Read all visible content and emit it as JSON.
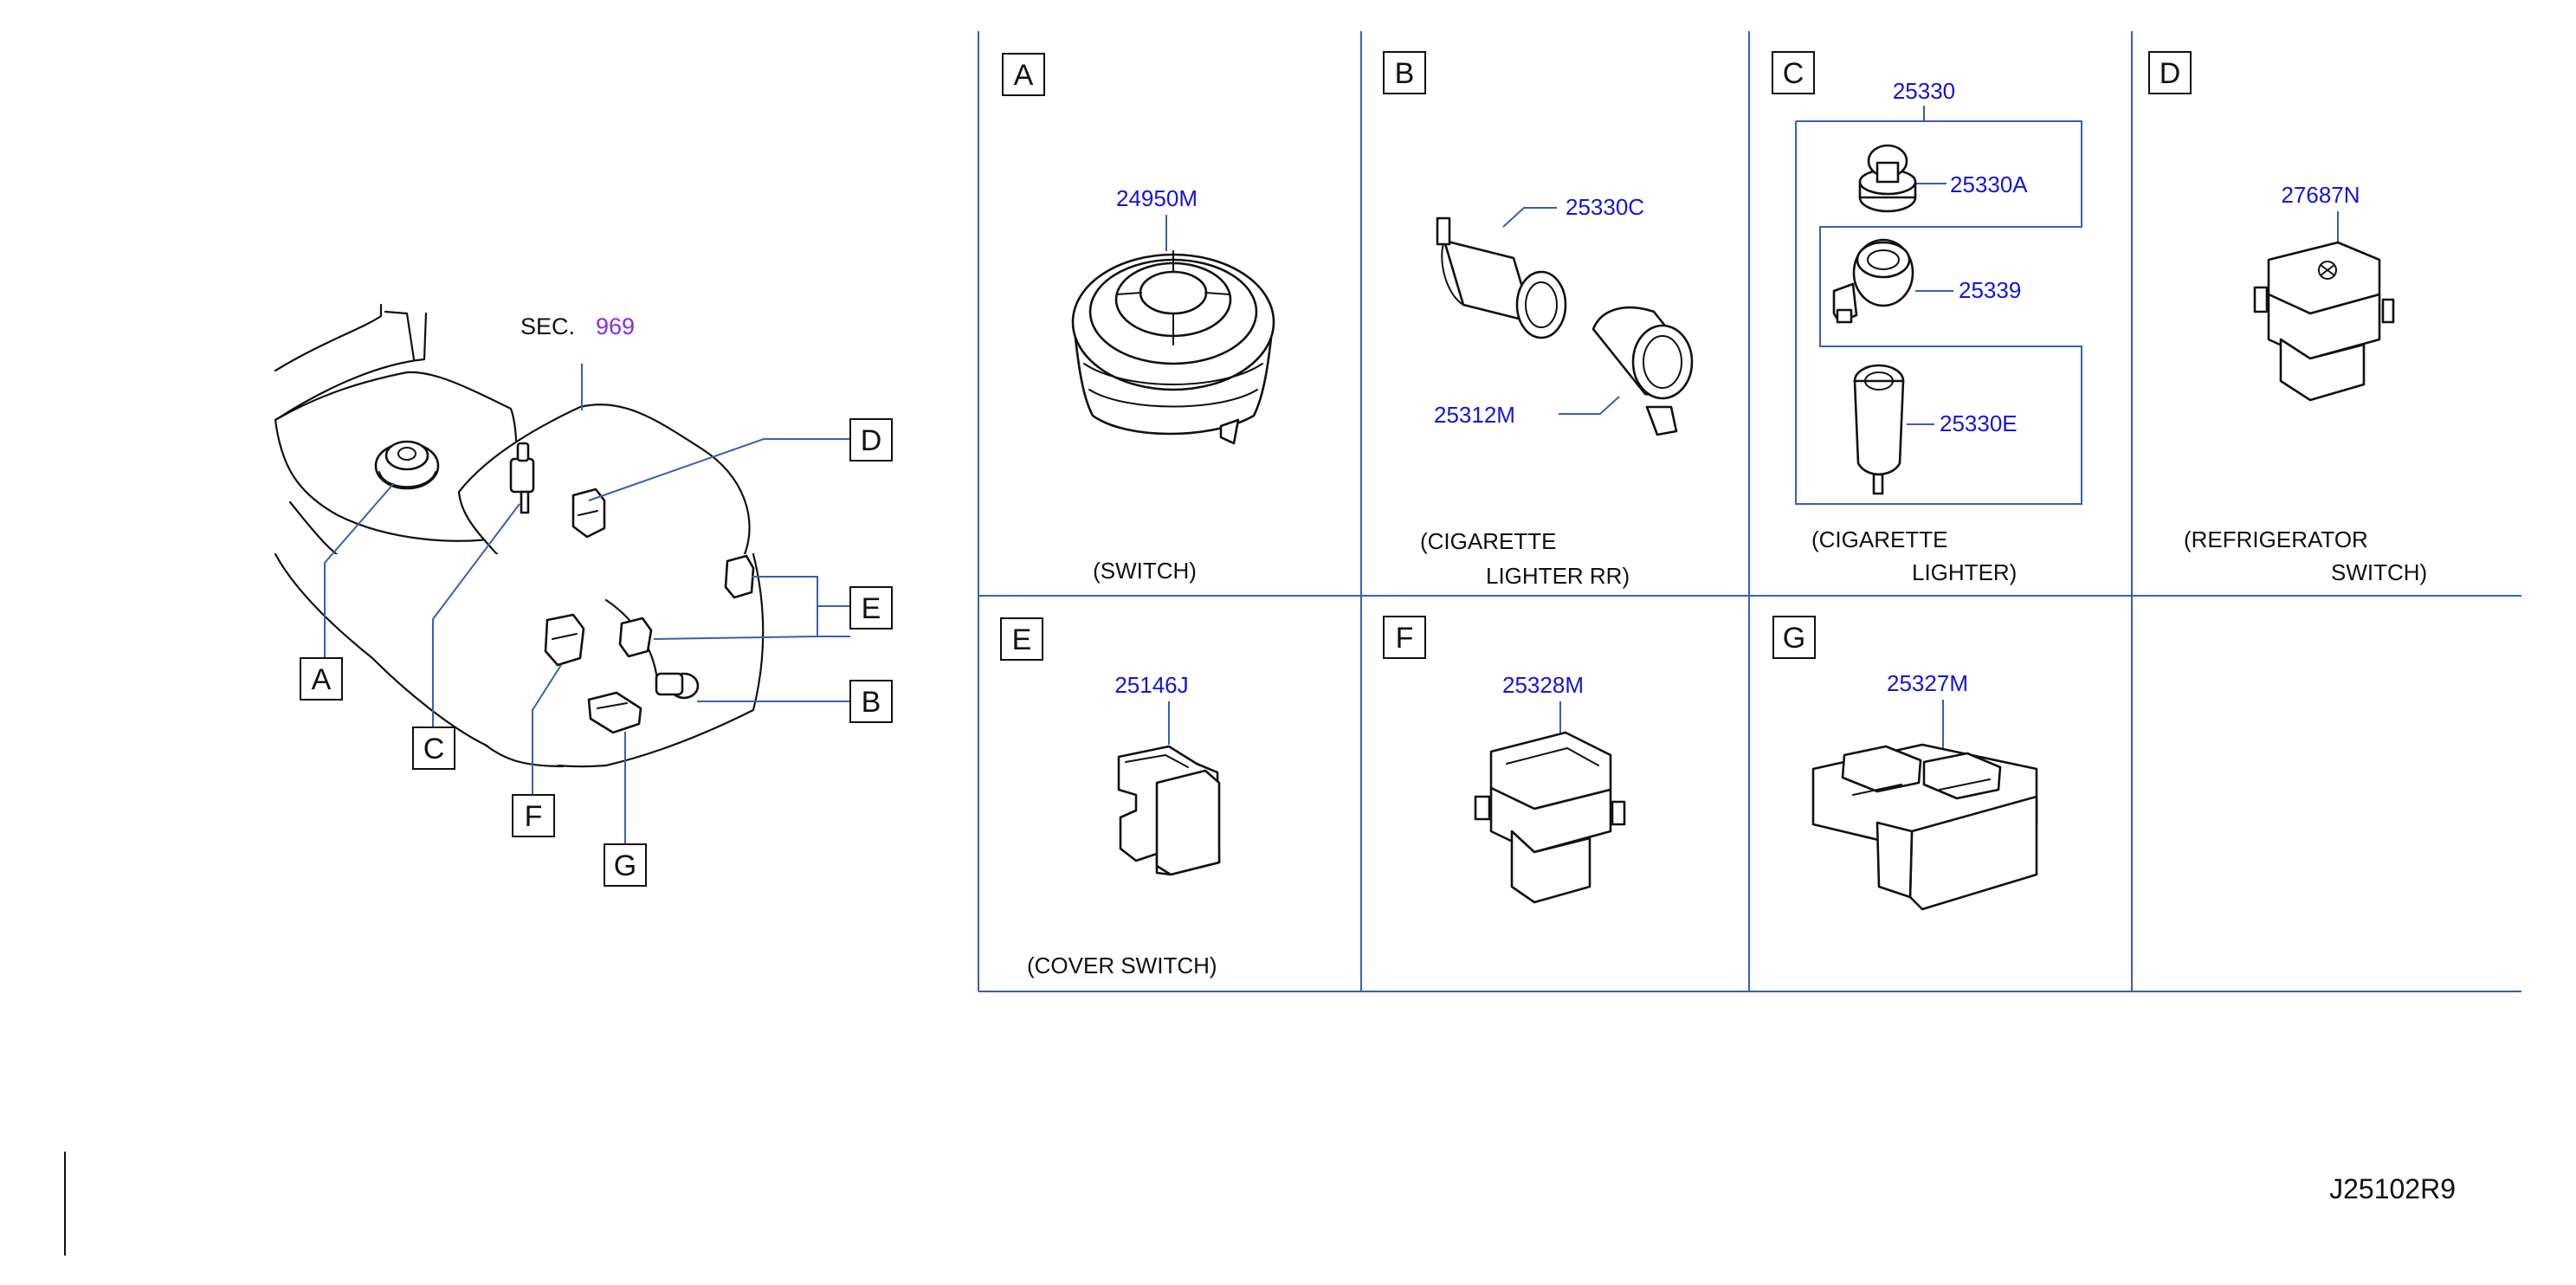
{
  "colors": {
    "part_number": "#1515d6",
    "section_number": "#8a2be2",
    "grid_line": "#3a5fb0",
    "leader_line": "#3a5fb0",
    "line_art": "#111111"
  },
  "overview": {
    "sec_label": "SEC.",
    "sec_number": "969",
    "callouts": [
      "A",
      "B",
      "C",
      "D",
      "E",
      "F",
      "G"
    ]
  },
  "panels": [
    {
      "letter": "A",
      "parts": [
        "24950M"
      ],
      "caption": [
        "(SWITCH)"
      ]
    },
    {
      "letter": "B",
      "parts": [
        "25330C",
        "25312M"
      ],
      "caption": [
        "(CIGARETTE",
        "LIGHTER   RR)"
      ]
    },
    {
      "letter": "C",
      "parts": [
        "25330",
        "25330A",
        "25339",
        "25330E"
      ],
      "caption": [
        "(CIGARETTE",
        "LIGHTER)"
      ]
    },
    {
      "letter": "D",
      "parts": [
        "27687N"
      ],
      "caption": [
        "(REFRIGERATOR",
        "SWITCH)"
      ]
    },
    {
      "letter": "E",
      "parts": [
        "25146J"
      ],
      "caption": [
        "(COVER   SWITCH)"
      ]
    },
    {
      "letter": "F",
      "parts": [
        "25328M"
      ],
      "caption": []
    },
    {
      "letter": "G",
      "parts": [
        "25327M"
      ],
      "caption": []
    }
  ],
  "diagram_id": "J25102R9"
}
